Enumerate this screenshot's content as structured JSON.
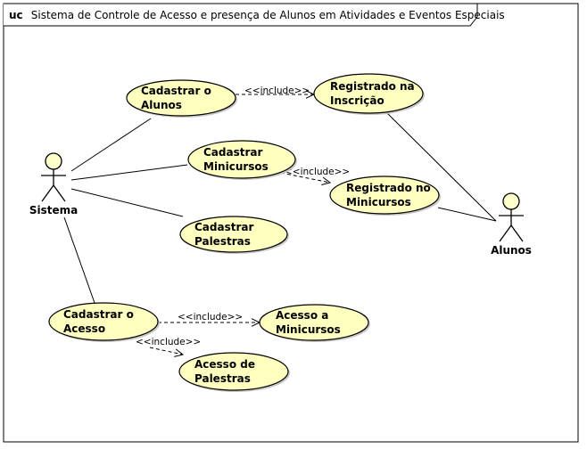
{
  "diagram": {
    "frame": {
      "keyword": "uc",
      "title": "Sistema de Controle de Acesso e presença de Alunos em Atividades e Eventos Especiais"
    },
    "actors": [
      {
        "id": "sistema",
        "name": "Sistema"
      },
      {
        "id": "alunos",
        "name": "Alunos"
      }
    ],
    "use_cases": [
      {
        "id": "cadastrar_alunos",
        "lines": [
          "Cadastrar o",
          "Alunos"
        ]
      },
      {
        "id": "registrado_inscricao",
        "lines": [
          "Registrado na",
          "Inscrição"
        ]
      },
      {
        "id": "cadastrar_minicursos",
        "lines": [
          "Cadastrar",
          "Minicursos"
        ]
      },
      {
        "id": "registrado_minicursos",
        "lines": [
          "Registrado no",
          "Minicursos"
        ]
      },
      {
        "id": "cadastrar_palestras",
        "lines": [
          "Cadastrar",
          "Palestras"
        ]
      },
      {
        "id": "cadastrar_acesso",
        "lines": [
          "Cadastrar o",
          "Acesso"
        ]
      },
      {
        "id": "acesso_minicursos",
        "lines": [
          "Acesso a",
          "Minicursos"
        ]
      },
      {
        "id": "acesso_palestras",
        "lines": [
          "Acesso de",
          "Palestras"
        ]
      }
    ],
    "associations": [
      {
        "from": "sistema",
        "to": "cadastrar_alunos"
      },
      {
        "from": "sistema",
        "to": "cadastrar_minicursos"
      },
      {
        "from": "sistema",
        "to": "cadastrar_palestras"
      },
      {
        "from": "sistema",
        "to": "cadastrar_acesso"
      },
      {
        "from": "alunos",
        "to": "registrado_inscricao"
      },
      {
        "from": "alunos",
        "to": "registrado_minicursos"
      }
    ],
    "includes": [
      {
        "from": "cadastrar_alunos",
        "to": "registrado_inscricao",
        "label": "<<include>>"
      },
      {
        "from": "cadastrar_minicursos",
        "to": "registrado_minicursos",
        "label": "<<include>>"
      },
      {
        "from": "cadastrar_acesso",
        "to": "acesso_minicursos",
        "label": "<<include>>"
      },
      {
        "from": "cadastrar_acesso",
        "to": "acesso_palestras",
        "label": "<<include>>"
      }
    ],
    "colors": {
      "use_case_fill": "#ffffc0",
      "actor_fill": "#ffffcc",
      "line": "#000000",
      "background": "#ffffff"
    }
  }
}
